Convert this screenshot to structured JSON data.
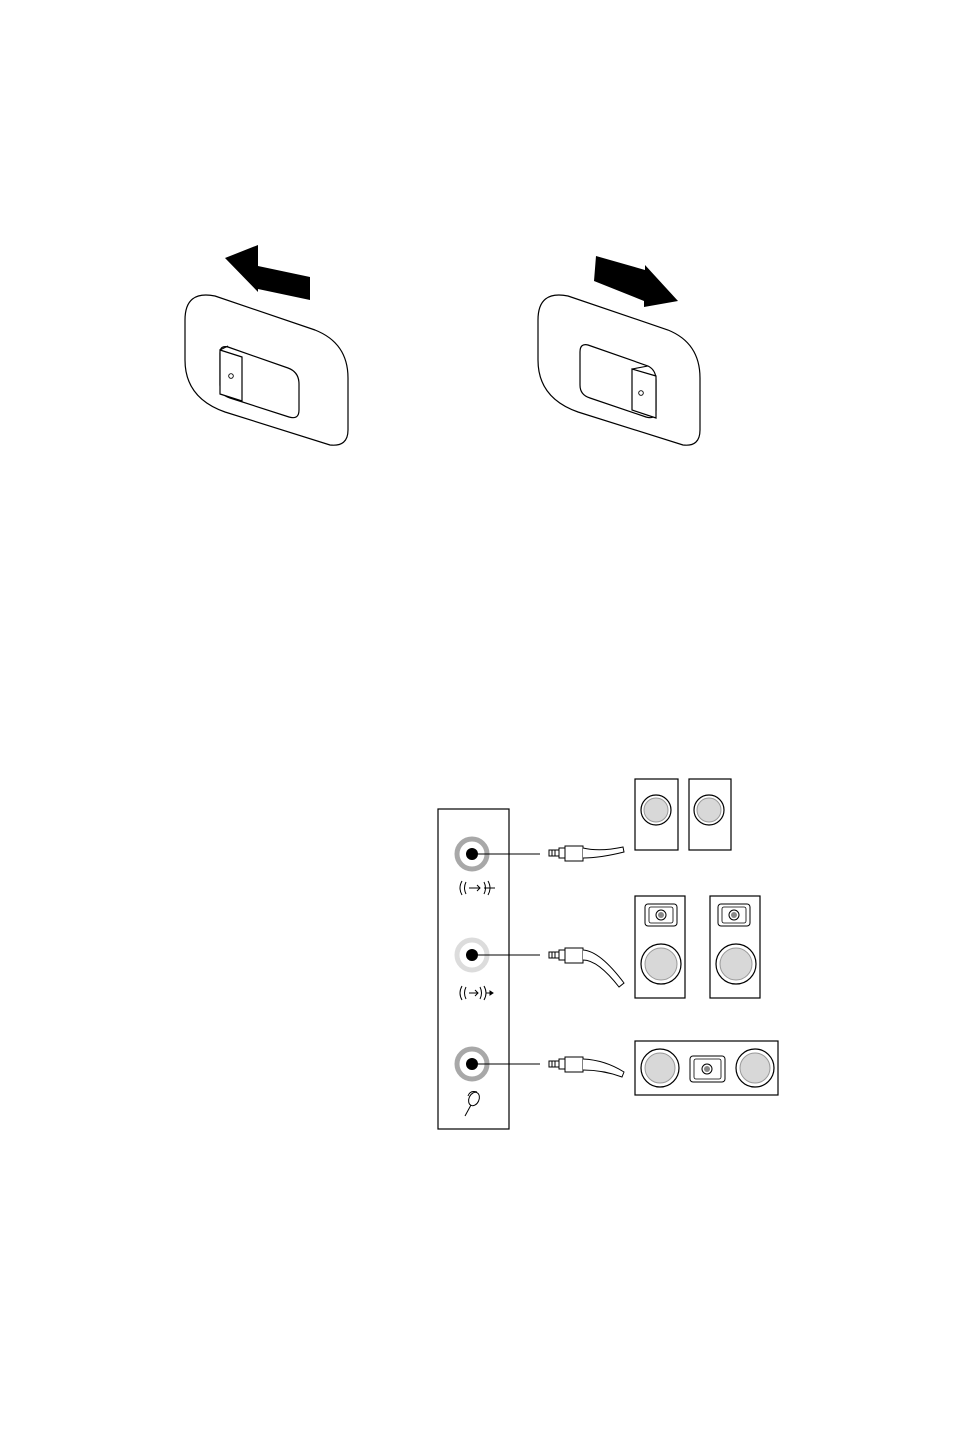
{
  "figures": {
    "switch_diagram": {
      "switches": [
        {
          "position": "left",
          "arrow_direction": "left"
        },
        {
          "position": "right",
          "arrow_direction": "right"
        }
      ]
    },
    "audio_connection_diagram": {
      "jacks": [
        {
          "icon": "line-in-sound-icon",
          "shading": "gray"
        },
        {
          "icon": "line-out-sound-icon",
          "shading": "light"
        },
        {
          "icon": "microphone-icon",
          "shading": "gray"
        }
      ],
      "devices": [
        {
          "name": "stereo-speakers-pair",
          "icon": "speaker-icon"
        },
        {
          "name": "powered-speakers-with-tweeters",
          "icon": "speaker-icon"
        },
        {
          "name": "center-speaker",
          "icon": "speaker-icon"
        }
      ]
    }
  },
  "colors": {
    "line": "#000000",
    "jack_ring_gray": "#a8a8a8",
    "jack_ring_light": "#dcdcdc",
    "speaker_grille": "#d8d8d8"
  }
}
